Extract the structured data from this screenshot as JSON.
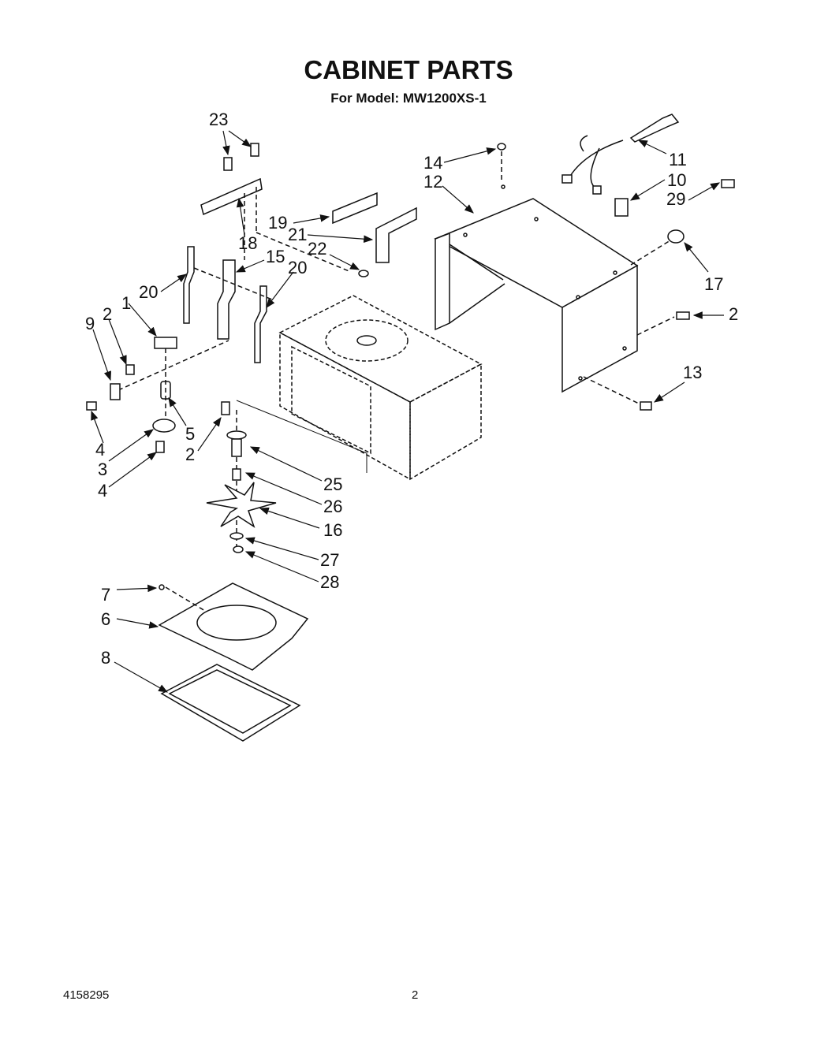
{
  "header": {
    "title": "CABINET PARTS",
    "subtitle": "For Model: MW1200XS-1"
  },
  "footer": {
    "doc_number": "4158295",
    "page_number": "2"
  },
  "callouts": [
    {
      "id": "c23",
      "label": "23"
    },
    {
      "id": "c18",
      "label": "18"
    },
    {
      "id": "c19",
      "label": "19"
    },
    {
      "id": "c21",
      "label": "21"
    },
    {
      "id": "c22",
      "label": "22"
    },
    {
      "id": "c15",
      "label": "15"
    },
    {
      "id": "c20a",
      "label": "20"
    },
    {
      "id": "c20b",
      "label": "20"
    },
    {
      "id": "c1",
      "label": "1"
    },
    {
      "id": "c2a",
      "label": "2"
    },
    {
      "id": "c9",
      "label": "9"
    },
    {
      "id": "c4a",
      "label": "4"
    },
    {
      "id": "c5",
      "label": "5"
    },
    {
      "id": "c3",
      "label": "3"
    },
    {
      "id": "c4b",
      "label": "4"
    },
    {
      "id": "c2b",
      "label": "2"
    },
    {
      "id": "c25",
      "label": "25"
    },
    {
      "id": "c26",
      "label": "26"
    },
    {
      "id": "c16",
      "label": "16"
    },
    {
      "id": "c27",
      "label": "27"
    },
    {
      "id": "c28",
      "label": "28"
    },
    {
      "id": "c7",
      "label": "7"
    },
    {
      "id": "c6",
      "label": "6"
    },
    {
      "id": "c8",
      "label": "8"
    },
    {
      "id": "c14",
      "label": "14"
    },
    {
      "id": "c12",
      "label": "12"
    },
    {
      "id": "c11",
      "label": "11"
    },
    {
      "id": "c10",
      "label": "10"
    },
    {
      "id": "c29",
      "label": "29"
    },
    {
      "id": "c17",
      "label": "17"
    },
    {
      "id": "c2c",
      "label": "2"
    },
    {
      "id": "c13",
      "label": "13"
    }
  ]
}
